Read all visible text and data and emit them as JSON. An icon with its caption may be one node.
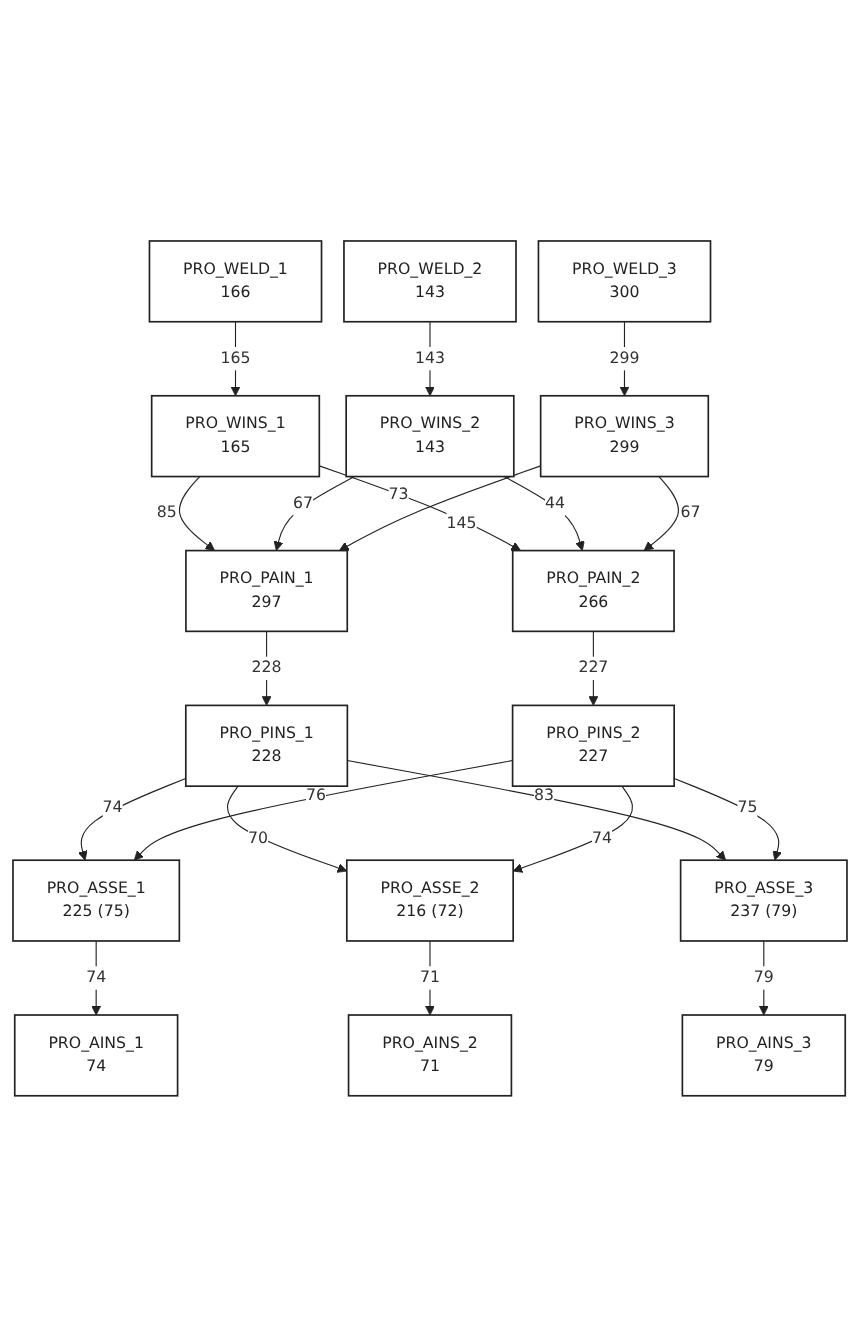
{
  "diagram": {
    "nodes": [
      {
        "text": [
          "PRO_WELD_1",
          "166"
        ]
      },
      {
        "text": [
          "PRO_WELD_2",
          "143"
        ]
      },
      {
        "text": [
          "PRO_WELD_3",
          "300"
        ]
      },
      {
        "text": [
          "PRO_WINS_1",
          "165"
        ]
      },
      {
        "text": [
          "PRO_WINS_2",
          "143"
        ]
      },
      {
        "text": [
          "PRO_WINS_3",
          "299"
        ]
      },
      {
        "text": [
          "PRO_PAIN_1",
          "297"
        ]
      },
      {
        "text": [
          "PRO_PAIN_2",
          "266"
        ]
      },
      {
        "text": [
          "PRO_PINS_1",
          "228"
        ]
      },
      {
        "text": [
          "PRO_PINS_2",
          "227"
        ]
      },
      {
        "text": [
          "PRO_ASSE_1",
          "225 (75)"
        ]
      },
      {
        "text": [
          "PRO_ASSE_2",
          "216 (72)"
        ]
      },
      {
        "text": [
          "PRO_ASSE_3",
          "237 (79)"
        ]
      },
      {
        "text": [
          "PRO_AINS_1",
          "74"
        ]
      },
      {
        "text": [
          "PRO_AINS_2",
          "71"
        ]
      },
      {
        "text": [
          "PRO_AINS_3",
          "79"
        ]
      }
    ],
    "edges": [
      {
        "from": 0,
        "to": 3,
        "arrow": "to",
        "label": "165"
      },
      {
        "from": 1,
        "to": 4,
        "arrow": "to",
        "label": "143"
      },
      {
        "from": 2,
        "to": 5,
        "arrow": "to",
        "label": "299"
      },
      {
        "from": 3,
        "to": 6,
        "arrow": "to",
        "label": "85"
      },
      {
        "from": 3,
        "to": 7,
        "arrow": "to",
        "label": "73"
      },
      {
        "from": 4,
        "to": 6,
        "arrow": "to",
        "label": "67"
      },
      {
        "from": 4,
        "to": 7,
        "arrow": "to",
        "label": "44"
      },
      {
        "from": 5,
        "to": 6,
        "arrow": "to",
        "label": "145"
      },
      {
        "from": 5,
        "to": 7,
        "arrow": "to",
        "label": "67"
      },
      {
        "from": 6,
        "to": 8,
        "arrow": "to",
        "label": "228"
      },
      {
        "from": 7,
        "to": 9,
        "arrow": "to",
        "label": "227"
      },
      {
        "from": 8,
        "to": 10,
        "arrow": "to",
        "label": "74"
      },
      {
        "from": 8,
        "to": 11,
        "arrow": "to",
        "label": "70"
      },
      {
        "from": 8,
        "to": 12,
        "arrow": "to",
        "label": "83"
      },
      {
        "from": 9,
        "to": 10,
        "arrow": "to",
        "label": "76"
      },
      {
        "from": 9,
        "to": 11,
        "arrow": "to",
        "label": "74"
      },
      {
        "from": 9,
        "to": 12,
        "arrow": "to",
        "label": "75"
      },
      {
        "from": 10,
        "to": 13,
        "arrow": "to",
        "label": "74"
      },
      {
        "from": 11,
        "to": 14,
        "arrow": "to",
        "label": "71"
      },
      {
        "from": 12,
        "to": 15,
        "arrow": "to",
        "label": "79"
      }
    ]
  }
}
